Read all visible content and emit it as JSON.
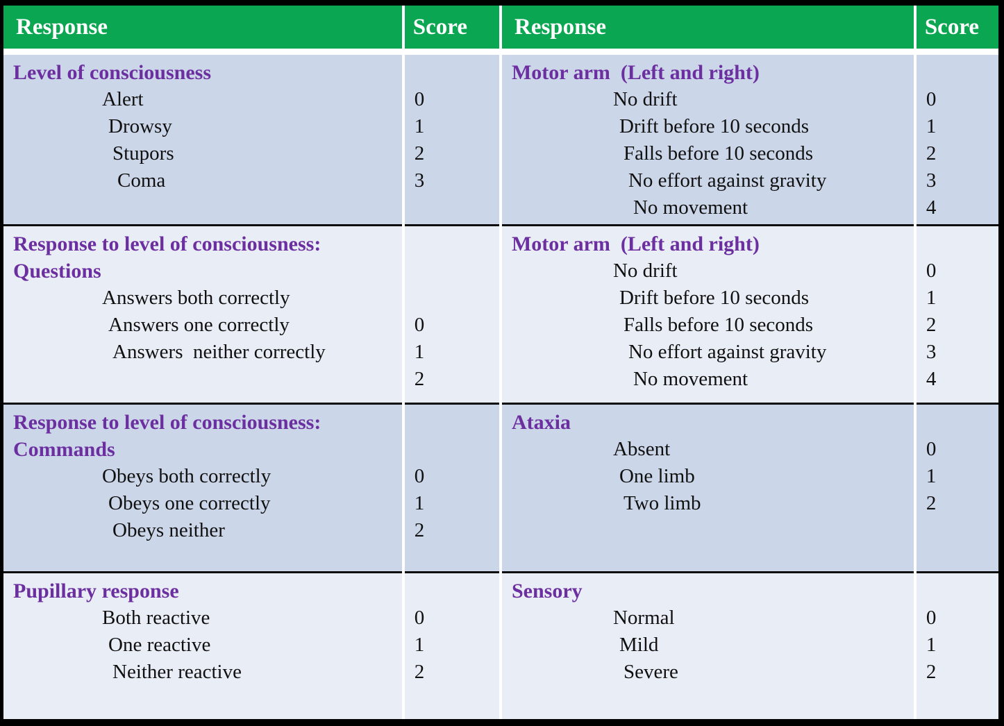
{
  "colors": {
    "header_bg": "#0aa651",
    "header_text": "#ffffff",
    "row_dark_bg": "#ccd6e9",
    "row_light_bg": "#e9edf6",
    "category_text": "#6c2fa0",
    "body_text": "#101010",
    "outer_border": "#000000",
    "cell_separator": "#ffffff"
  },
  "header": {
    "col1": "Response",
    "col2": "Score",
    "col3": "Response",
    "col4": "Score"
  },
  "rows": [
    {
      "left": {
        "title": "Level of consciousness",
        "items": [
          "Alert",
          "Drowsy",
          "Stupors",
          "Coma"
        ],
        "scores": [
          "0",
          "1",
          "2",
          "3"
        ]
      },
      "right": {
        "title": "Motor arm  (Left and right)",
        "items": [
          "No drift",
          "Drift before 10 seconds",
          "Falls before 10 seconds",
          "No effort against gravity",
          "No movement"
        ],
        "scores": [
          "0",
          "1",
          "2",
          "3",
          "4"
        ]
      }
    },
    {
      "left": {
        "title": "Response to level of consciousness:\nQuestions",
        "items": [
          "Answers both correctly",
          "Answers one correctly",
          "Answers  neither correctly"
        ],
        "scores": [
          "0",
          "1",
          "2"
        ]
      },
      "right": {
        "title": "Motor arm  (Left and right)",
        "items": [
          "No drift",
          "Drift before 10 seconds",
          "Falls before 10 seconds",
          "No effort against gravity",
          "No movement"
        ],
        "scores": [
          "0",
          "1",
          "2",
          "3",
          "4"
        ]
      }
    },
    {
      "left": {
        "title": "Response to level of consciousness:\nCommands",
        "items": [
          "Obeys both correctly",
          "Obeys one correctly",
          "Obeys neither"
        ],
        "scores": [
          "0",
          "1",
          "2"
        ]
      },
      "right": {
        "title": "Ataxia",
        "items": [
          "Absent",
          "One limb",
          "Two limb"
        ],
        "scores": [
          "0",
          "1",
          "2"
        ]
      }
    },
    {
      "left": {
        "title": "Pupillary response",
        "items": [
          "Both reactive",
          "One reactive",
          "Neither reactive"
        ],
        "scores": [
          "0",
          "1",
          "2"
        ]
      },
      "right": {
        "title": "Sensory",
        "items": [
          "Normal",
          "Mild",
          "Severe"
        ],
        "scores": [
          "0",
          "1",
          "2"
        ]
      }
    }
  ]
}
